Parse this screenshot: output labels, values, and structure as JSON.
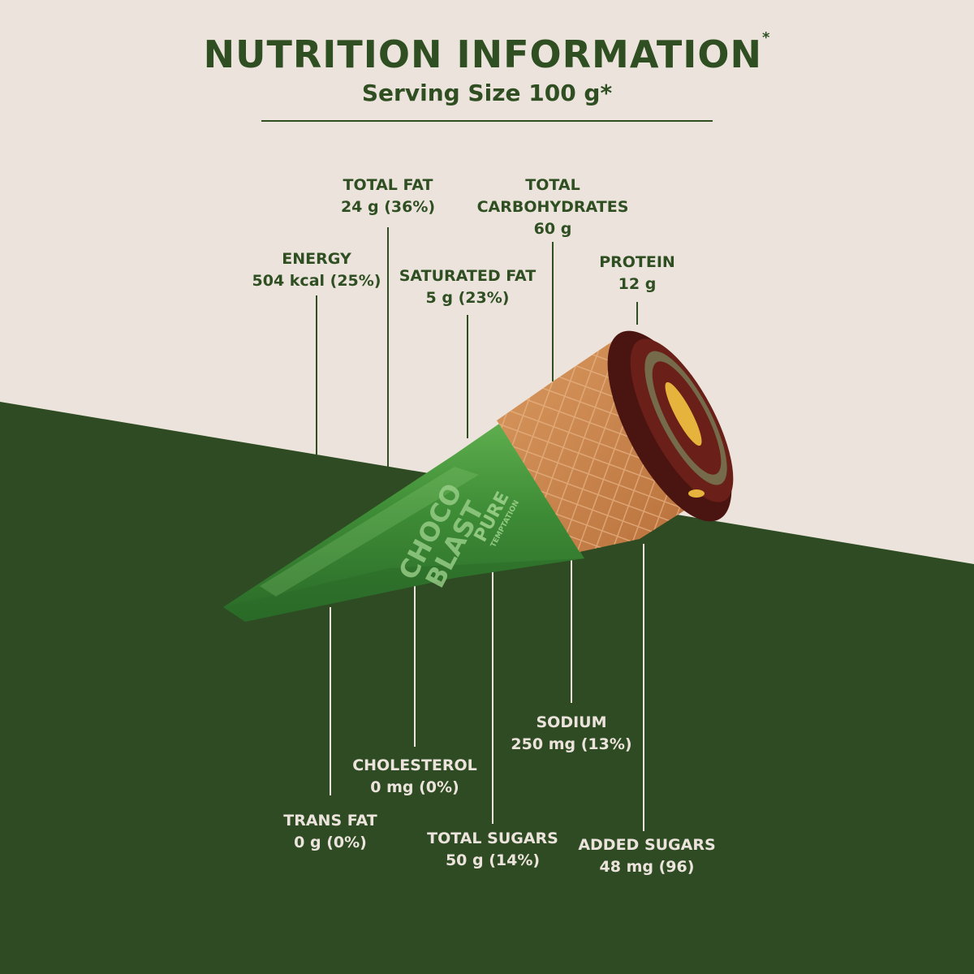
{
  "header": {
    "title": "NUTRITION INFORMATION",
    "title_mark": "*",
    "subtitle": "Serving Size 100 g*"
  },
  "colors": {
    "background_top": "#ece4dc",
    "background_bottom": "#2e4b23",
    "text_dark": "#2f4f22",
    "text_light": "#ece4dc",
    "foil_green": "#3f8f3a",
    "wafer": "#c8814a",
    "chocolate": "#4a1410",
    "filling": "#e6b43c"
  },
  "cone": {
    "brand": "PURE",
    "brand_sub": "TEMPTATION",
    "product": "CHOCO BLAST"
  },
  "nutrients_top": [
    {
      "label": "ENERGY",
      "value": "504 kcal (25%)"
    },
    {
      "label": "TOTAL FAT",
      "value": "24 g (36%)"
    },
    {
      "label": "SATURATED FAT",
      "value": "5 g (23%)"
    },
    {
      "label": "TOTAL CARBOHYDRATES",
      "value": "60 g"
    },
    {
      "label": "PROTEIN",
      "value": "12 g"
    }
  ],
  "nutrients_bottom": [
    {
      "label": "TRANS FAT",
      "value": "0 g (0%)"
    },
    {
      "label": "CHOLESTEROL",
      "value": "0 mg (0%)"
    },
    {
      "label": "TOTAL SUGARS",
      "value": "50 g (14%)"
    },
    {
      "label": "SODIUM",
      "value": "250 mg (13%)"
    },
    {
      "label": "ADDED SUGARS",
      "value": "48 mg (96)"
    }
  ]
}
